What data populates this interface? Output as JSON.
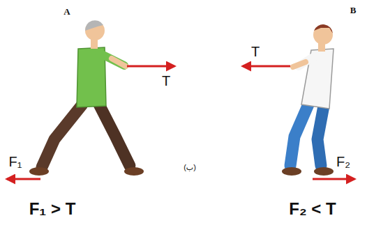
{
  "diagram": {
    "labels": [
      "A",
      "T",
      "F₁",
      "F₁ > T",
      "(ب)",
      "B",
      "T",
      "F₂",
      "F₂ < T"
    ]
  }
}
